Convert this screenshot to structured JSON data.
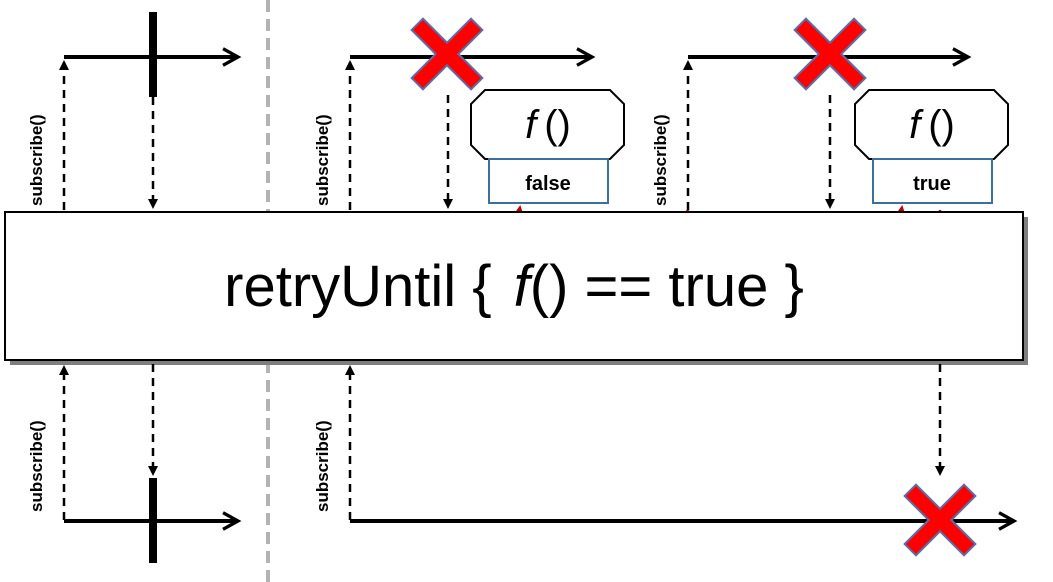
{
  "subscribe_label": "subscribe()",
  "operator": {
    "prefix": "retryUntil {",
    "func": "f",
    "suffix": "() == true }"
  },
  "predicate": {
    "func": "f",
    "parens": "()"
  },
  "results": [
    "false",
    "true"
  ],
  "colors": {
    "line": "#000000",
    "retry_arrow": "#c00000",
    "error_fill": "#ff0000",
    "error_stroke": "#5a6fa8",
    "separator": "#b3b3b3",
    "result_box_stroke": "#3c6e9e"
  }
}
